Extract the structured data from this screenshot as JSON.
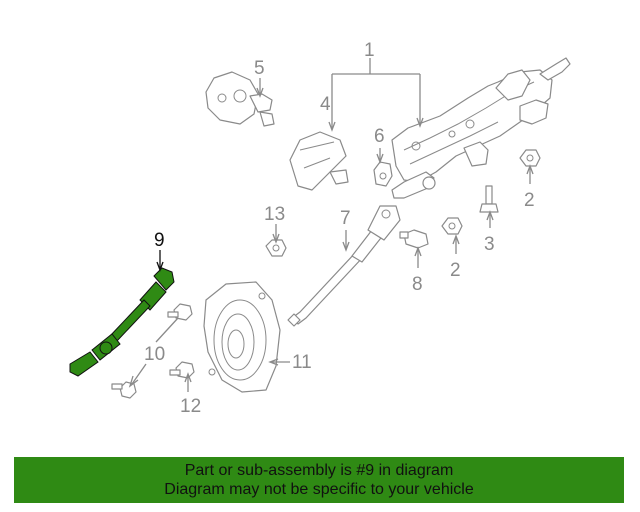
{
  "callouts": {
    "c1": "1",
    "c2a": "2",
    "c2b": "2",
    "c3": "3",
    "c4": "4",
    "c5": "5",
    "c6": "6",
    "c7": "7",
    "c8": "8",
    "c9": "9",
    "c10": "10",
    "c11": "11",
    "c12": "12",
    "c13": "13"
  },
  "highlight": {
    "part_number": "9",
    "color": "#2f8a14"
  },
  "banner": {
    "line1": "Part or sub-assembly is #9 in diagram",
    "line2": "Diagram may not be specific to your vehicle"
  }
}
